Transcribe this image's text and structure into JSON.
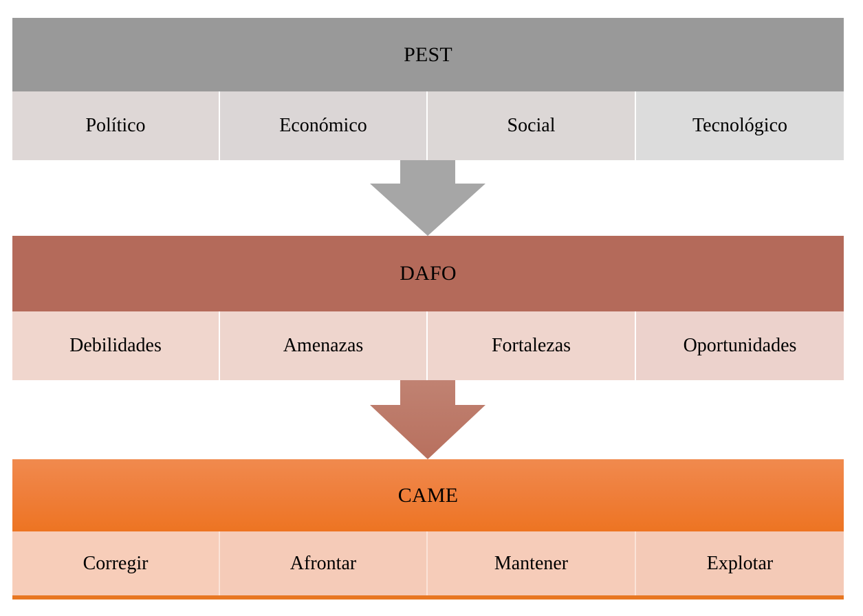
{
  "diagram": {
    "title_sequence": [
      "PEST",
      "DAFO",
      "CAME"
    ],
    "stages": [
      {
        "id": "pest",
        "header": "PEST",
        "header_color": "#999999",
        "cell_color": "#ded7d6",
        "cells": [
          {
            "label": "Político"
          },
          {
            "label": "Económico"
          },
          {
            "label": "Social"
          },
          {
            "label": "Tecnológico"
          }
        ]
      },
      {
        "id": "dafo",
        "header": "DAFO",
        "header_color": "#b46a5a",
        "cell_color": "#f0d6cd",
        "cells": [
          {
            "label": "Debilidades"
          },
          {
            "label": "Amenazas"
          },
          {
            "label": "Fortalezas"
          },
          {
            "label": "Oportunidades"
          }
        ]
      },
      {
        "id": "came",
        "header": "CAME",
        "header_color": "#ee7a2f",
        "cell_color": "#f7cdb9",
        "cells": [
          {
            "label": "Corregir"
          },
          {
            "label": "Afrontar"
          },
          {
            "label": "Mantener"
          },
          {
            "label": "Explotar"
          }
        ]
      }
    ],
    "connectors": [
      {
        "id": "pest-to-dafo",
        "icon": "down-arrow-icon",
        "color": "#a6a6a6",
        "from": "PEST",
        "to": "DAFO"
      },
      {
        "id": "dafo-to-came",
        "icon": "down-arrow-icon",
        "color": "#c08272",
        "from": "DAFO",
        "to": "CAME"
      }
    ]
  }
}
